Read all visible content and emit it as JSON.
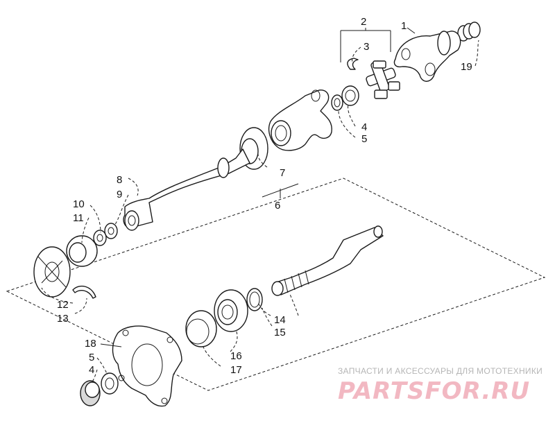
{
  "callouts": {
    "c1": "1",
    "c2": "2",
    "c3": "3",
    "c4a": "4",
    "c5a": "5",
    "c6": "6",
    "c7": "7",
    "c8": "8",
    "c9": "9",
    "c10": "10",
    "c11": "11",
    "c12": "12",
    "c13": "13",
    "c14": "14",
    "c15": "15",
    "c16": "16",
    "c17": "17",
    "c18": "18",
    "c5b": "5",
    "c4b": "4",
    "c19": "19"
  },
  "watermark": {
    "tagline": "ЗАПЧАСТИ И АКСЕССУАРЫ ДЛЯ МОТОТЕХНИКИ",
    "brand": "PARTSFOR.RU"
  },
  "colors": {
    "line": "#1a1a1a",
    "watermark_text": "#b5b5b5",
    "watermark_brand": "#f2b8c2"
  }
}
